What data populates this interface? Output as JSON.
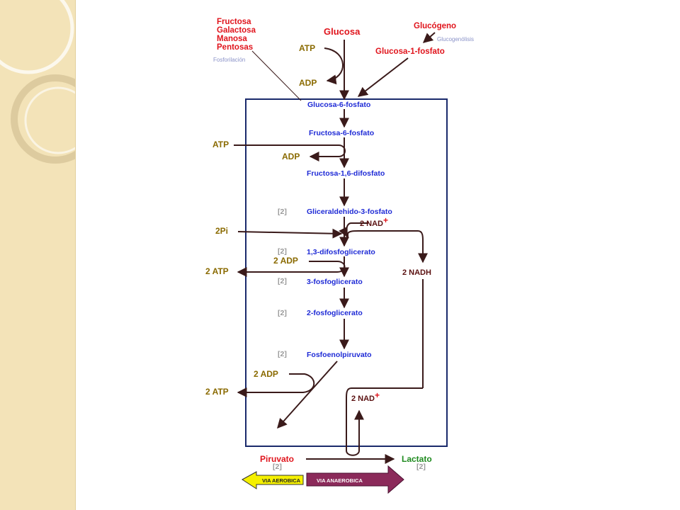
{
  "inputs": {
    "sugars": [
      "Fructosa",
      "Galactosa",
      "Manosa",
      "Pentosas"
    ],
    "phosphorylation": "Fosforilación",
    "glucose": "Glucosa",
    "glycogen": "Glucógeno",
    "glycogenolysis": "Glucogenólisis",
    "glucose_1p": "Glucosa-1-fosfato"
  },
  "cofactors": {
    "atp": "ATP",
    "adp": "ADP",
    "two_pi": "2Pi",
    "two_adp": "2 ADP",
    "two_atp": "2 ATP",
    "nad_plus": "2 NAD",
    "plus": "+",
    "nadh": "2 NADH"
  },
  "pathway": {
    "g6p": "Glucosa-6-fosfato",
    "f6p": "Fructosa-6-fosfato",
    "f16bp": "Fructosa-1,6-difosfato",
    "g3p": "Gliceraldehido-3-fosfato",
    "bpg13": "1,3-difosfoglicerato",
    "pg3": "3-fosfoglicerato",
    "pg2": "2-fosfoglicerato",
    "pep": "Fosfoenolpiruvato"
  },
  "multiplier": "[2]",
  "products": {
    "pyruvate": "Piruvato",
    "lactate": "Lactato"
  },
  "routes": {
    "aerobic": "VIA AEROBICA",
    "anaerobic": "VIA ANAEROBICA"
  },
  "colors": {
    "sidebar": "#f3e3b8",
    "frame": "#1a2a6b",
    "intermediate": "#1f2bd6",
    "cofactor": "#8a6a00",
    "sugar": "#e0141c",
    "lactate": "#1e8a1e",
    "aerobic": "#f5f000",
    "anaerobic": "#8b2a5a"
  }
}
